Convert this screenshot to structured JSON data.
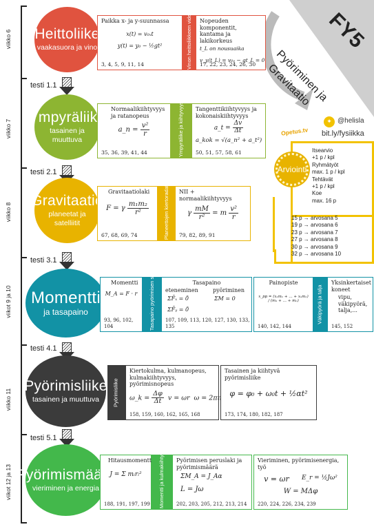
{
  "header": {
    "course_code": "FY5",
    "title_line1": "Pyöriminen ja",
    "title_line2": "Gravitaatio",
    "twitter_handle": "@helisla",
    "link": "bit.ly/fysiikka",
    "opetus": "Opetus.tv"
  },
  "grading": {
    "badge": "Arviointi",
    "lines": [
      "Itsearvio",
      "+1 p / kpl",
      "Ryhmätyöt",
      "max. 1 p / kpl",
      "Tehtävät",
      "+1 p / kpl",
      "Koe",
      "max. 16 p"
    ],
    "scale": [
      "15 p → arvosana 5",
      "19 p → arvosana 6",
      "23 p → arvosana 7",
      "27 p → arvosana 8",
      "30 p → arvosana 9",
      "32 p → arvosana 10"
    ]
  },
  "timeline": {
    "weeks": [
      "viikko 6",
      "viikko 7",
      "viikko 8",
      "viikot 9 ja 10",
      "viikko 11",
      "viikot 12 ja 13"
    ],
    "tests": [
      "testi 1.1",
      "testi 2.1",
      "testi 3.1",
      "testi 4.1",
      "testi 5.1"
    ]
  },
  "colors": {
    "heittoliike": "#e0533f",
    "ympyraliike": "#8db532",
    "gravitaatio": "#e8b300",
    "momentti": "#1292a5",
    "pyorimisliike": "#3b3b3b",
    "pyorimismaara": "#43b84b"
  },
  "sections": [
    {
      "title": "Heittoliike",
      "subtitle": "vaakasuora ja vino",
      "box1": {
        "head": "Paikka x- ja y-suunnassa",
        "eq1": "x(t) = v₀ₓt",
        "eq2": "y(t) = y₀ − ½gt²",
        "nums": "3, 4, 5, 9, 11, 14"
      },
      "strip": "Vinon heittoliikkeen videoanalyysi",
      "box2": {
        "head": "Nopeuden komponentit, kantama ja lakikorkeus",
        "sub": "t_L on nousuaika",
        "eq1": "v_y(t_L) = v₀ᵧ − gt_L = 0",
        "nums": "17, 22, 23, 24, 26, 30"
      }
    },
    {
      "title": "Ympyräliike",
      "subtitle": "tasainen ja muuttuva",
      "box1": {
        "head": "Normaalikiihtyvyys ja ratanopeus",
        "lhs": "a_n =",
        "num": "v²",
        "den": "r",
        "nums": "35, 36, 39, 41, 44"
      },
      "strip": "Ympyräliike ja kiihtyvyys",
      "box2": {
        "head": "Tangenttikiihtyvyys ja kokonaiskiihtyvyys",
        "lhs": "a_t =",
        "num": "Δv",
        "den": "Δt",
        "eq2": "a_kok = √(a_n² + a_t²)",
        "nums": "50, 51, 57, 58, 61"
      }
    },
    {
      "title": "Gravitaatio",
      "subtitle": "planeetat ja satelliitit",
      "box1": {
        "head": "Gravitaatiolaki",
        "lhs": "F = γ",
        "num": "m₁m₂",
        "den": "r²",
        "nums": "67, 68, 69, 74"
      },
      "strip": "Planeettojen kiertoradat",
      "box2": {
        "head": "NII + normaalikiihtyvyys",
        "lhs": "γ",
        "num": "mM",
        "den": "r²",
        "mid": "= m",
        "num2": "v²",
        "den2": "r",
        "nums": "79, 82, 89, 91"
      }
    },
    {
      "title": "Momentti",
      "subtitle": "ja tasapaino",
      "box1": {
        "head": "Momentti",
        "eq1": "M_A = F · r",
        "nums": "93, 96, 102, 104"
      },
      "strip": "Tasapaino pyörimisen suhteen",
      "box2": {
        "head": "Tasapaino",
        "col1": "eteneminen",
        "col2": "pyöriminen",
        "eq1": "ΣF̄ₓ = 0̄",
        "eq2": "ΣF̄ᵧ = 0̄",
        "eq3": "ΣM = 0",
        "nums": "107, 109, 113, 120, 127, 130, 133, 135"
      },
      "box3": {
        "head": "Painopiste",
        "eq1": "x_pp = (x₁m₁ + … + xₙmₙ) / (m₁ + … + mₙ)",
        "nums": "140, 142, 144"
      },
      "strip2": "Väkipyörä ja talja",
      "box4": {
        "head": "Yksinkertaiset koneet",
        "lines": [
          "vipu,",
          "väkipyörä,",
          "talja,..."
        ],
        "nums": "145, 152"
      }
    },
    {
      "title": "Pyörimisliike",
      "subtitle": "tasainen ja muuttuva",
      "strip": "Pyörimisliike",
      "box1": {
        "head": "Kiertokulma, kulmanopeus, kulmakiihtyvyys, pyörimisnopeus",
        "lhs": "ω_k =",
        "num": "Δφ",
        "den": "Δt",
        "eq2": "v = ωr",
        "eq3": "ω = 2πn",
        "nums": "158, 159, 160, 162, 165, 168"
      },
      "box2": {
        "head": "Tasainen ja kiihtyvä pyörimisliike",
        "eq1": "φ = φ₀ + ω₀t + ½αt²",
        "nums": "173, 174, 180, 182, 187"
      }
    },
    {
      "title": "Pyörimismäärä",
      "subtitle": "vieriminen ja energia",
      "box1": {
        "head": "Hitausmomentti",
        "eq1": "J = Σ mᵢrᵢ²",
        "nums": "188, 191, 197, 199"
      },
      "strip": "Momentti ja kulmakiihtyvyys",
      "box2": {
        "head": "Pyörimisen peruslaki ja pyörimismäärä",
        "eq1": "ΣM_A = J_Aα",
        "eq2": "L = Jω",
        "nums": "202, 203, 205, 212, 213, 214"
      },
      "box3": {
        "head": "Vieriminen, pyörimisenergia, työ",
        "eq1": "v = ωr",
        "eq2": "E_r = ½Jω²",
        "eq3": "W = MΔφ",
        "nums": "220, 224, 226, 234, 239"
      }
    }
  ]
}
